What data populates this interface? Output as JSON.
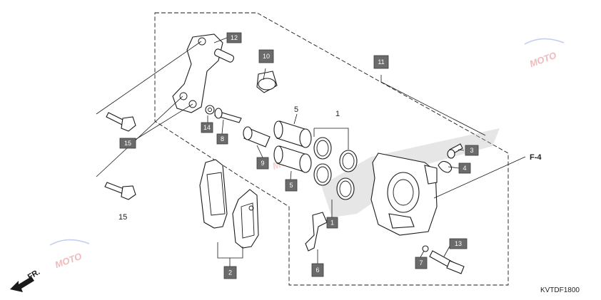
{
  "diagram": {
    "callouts": [
      {
        "id": "c1",
        "text": "1"
      },
      {
        "id": "c2",
        "text": "2"
      },
      {
        "id": "c3",
        "text": "3"
      },
      {
        "id": "c4",
        "text": "4"
      },
      {
        "id": "c5b",
        "text": "5"
      },
      {
        "id": "c6",
        "text": "6"
      },
      {
        "id": "c7",
        "text": "7"
      },
      {
        "id": "c8",
        "text": "8"
      },
      {
        "id": "c9",
        "text": "9"
      },
      {
        "id": "c10",
        "text": "10"
      },
      {
        "id": "c11",
        "text": "11"
      },
      {
        "id": "c12",
        "text": "12"
      },
      {
        "id": "c13",
        "text": "13"
      },
      {
        "id": "c14",
        "text": "14"
      },
      {
        "id": "c15",
        "text": "15"
      }
    ],
    "plain_labels": {
      "ring_group": "1",
      "piston_top": "5",
      "bolt_lower": "15",
      "ref_section": "F-4"
    },
    "direction_label": "FR.",
    "diagram_code": "KVTDF1800",
    "watermark_text": "MOTO"
  }
}
